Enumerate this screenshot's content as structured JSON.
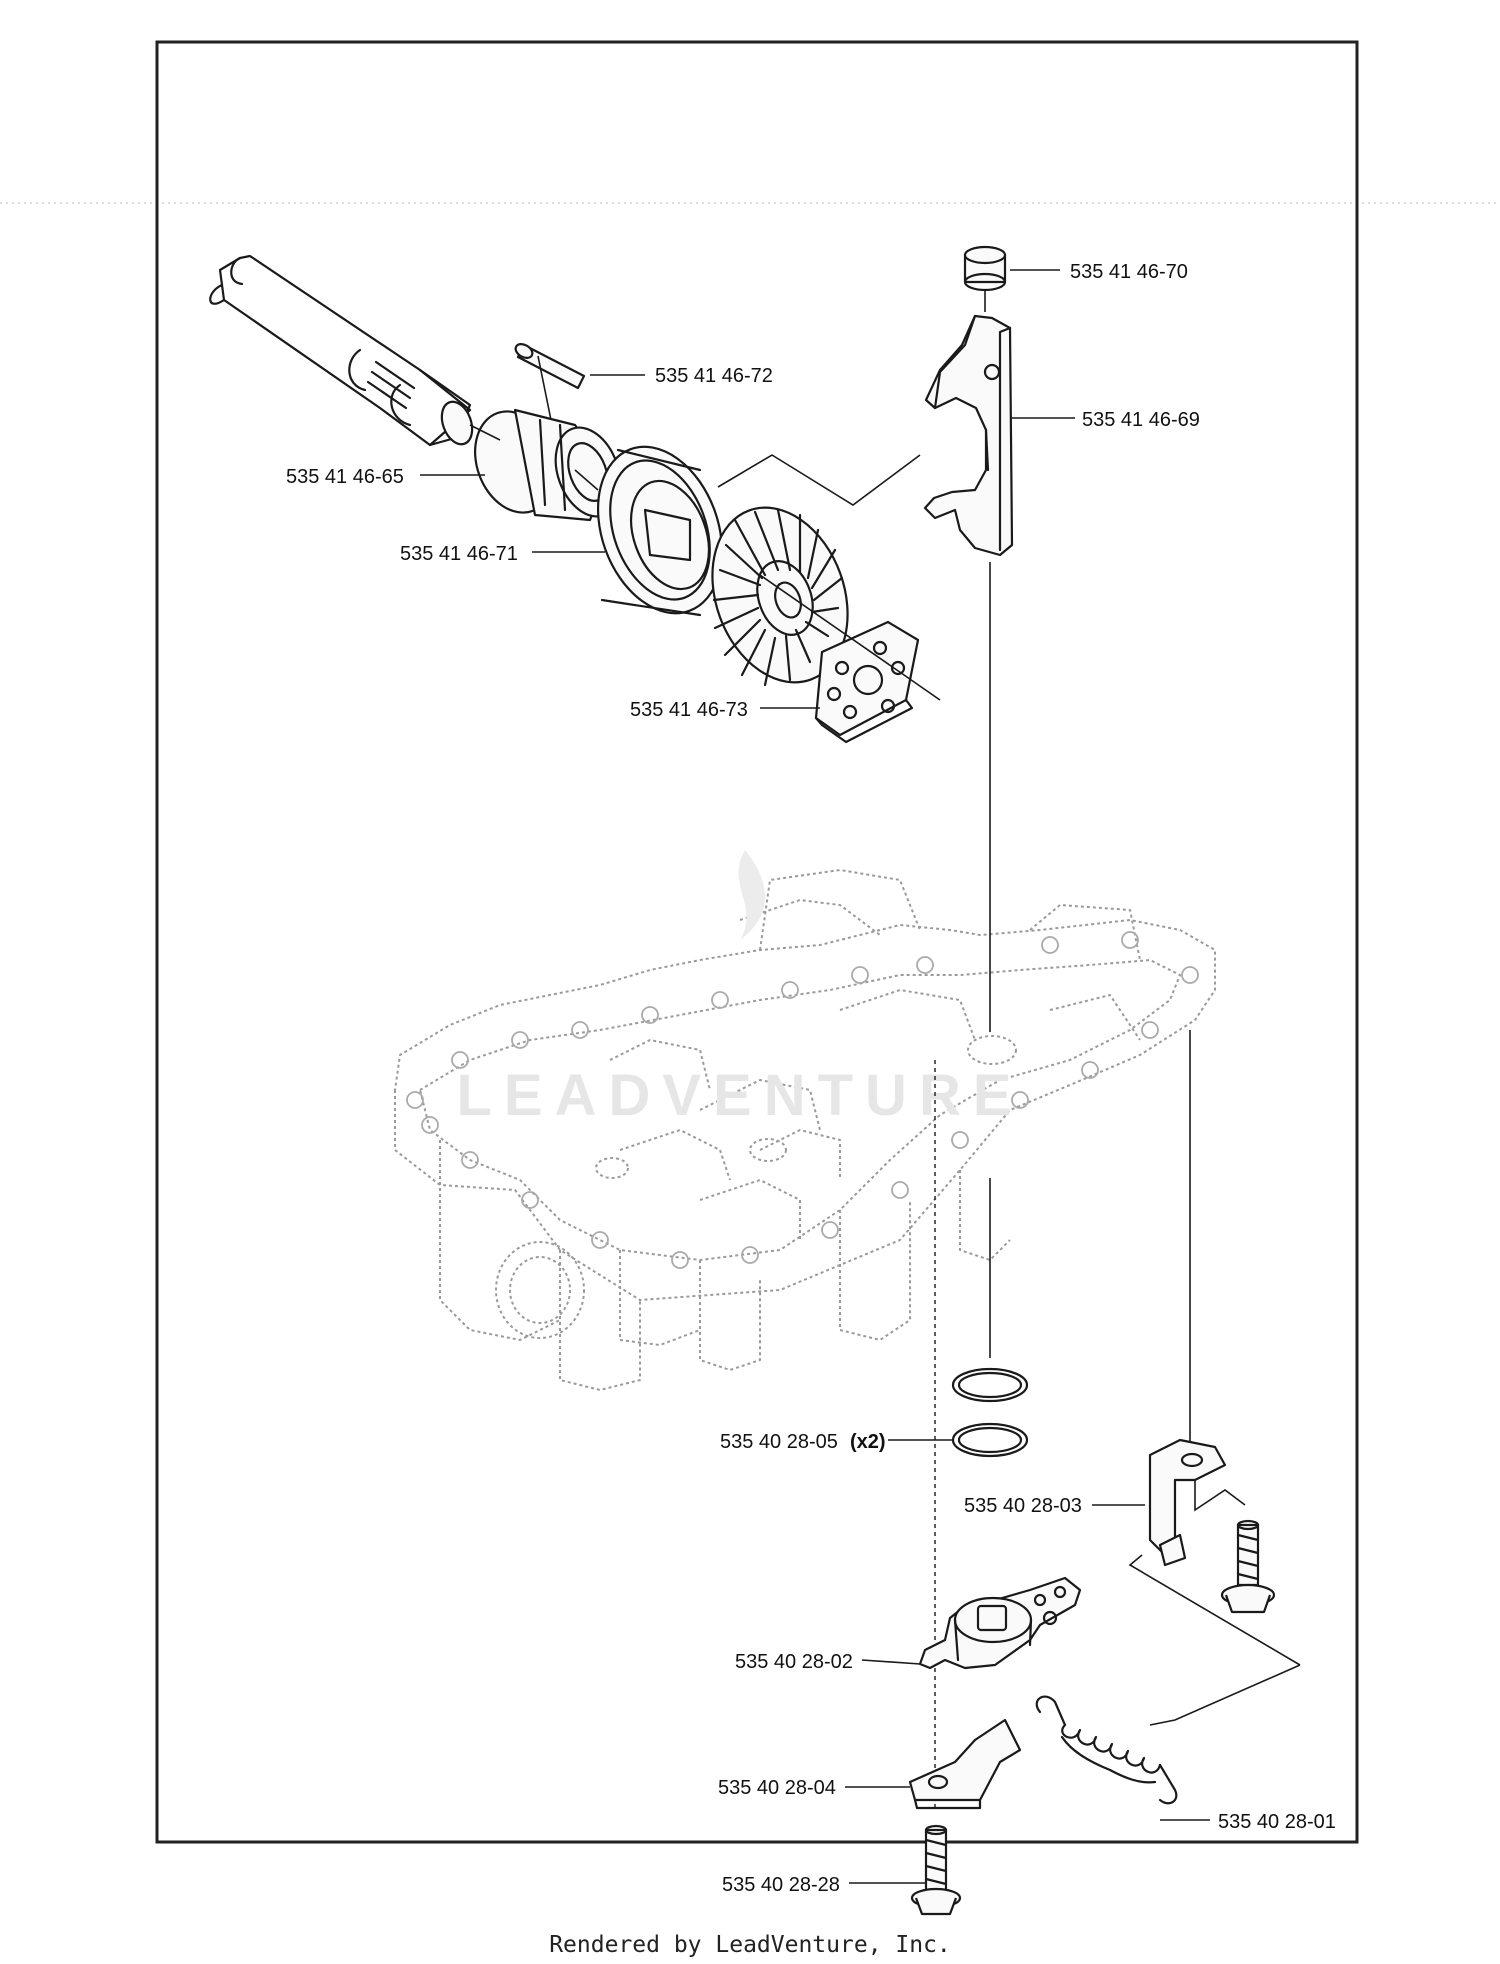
{
  "labels": {
    "p70": "535 41 46-70",
    "p72": "535 41 46-72",
    "p69": "535 41 46-69",
    "p65": "535 41 46-65",
    "p71": "535 41 46-71",
    "p73": "535 41 46-73",
    "p05": "535 40 28-05",
    "p05_qty": "(x2)",
    "p03": "535 40 28-03",
    "p02": "535 40 28-02",
    "p04": "535 40 28-04",
    "p01": "535 40 28-01",
    "p28": "535 40 28-28"
  },
  "footer": "Rendered by LeadVenture, Inc.",
  "watermark": "LEADVENTURE",
  "colors": {
    "line": "#1a1a1a",
    "ghost": "#9a9a9a",
    "background": "#ffffff"
  }
}
